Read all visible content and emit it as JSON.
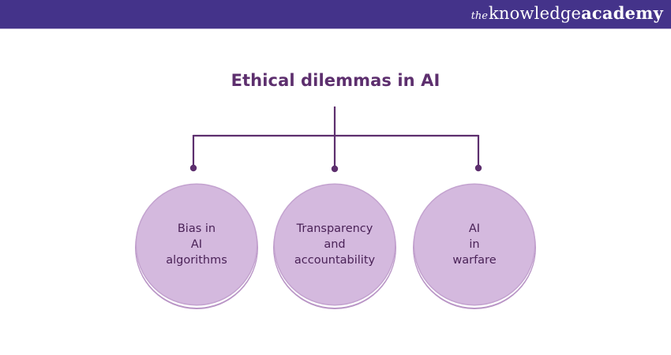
{
  "brand": {
    "logo_prefix": "the",
    "logo_word1": "knowledge",
    "logo_word2": "academy",
    "header_color": "#44338a"
  },
  "diagram": {
    "title": "Ethical dilemmas in AI",
    "accent_color": "#5d2f6e",
    "node_fill": "#d4b9de",
    "nodes": [
      {
        "lines": [
          "Bias in",
          "AI",
          "algorithms"
        ]
      },
      {
        "lines": [
          "Transparency",
          "and",
          "accountability"
        ]
      },
      {
        "lines": [
          "AI",
          "in",
          "warfare"
        ]
      }
    ]
  }
}
